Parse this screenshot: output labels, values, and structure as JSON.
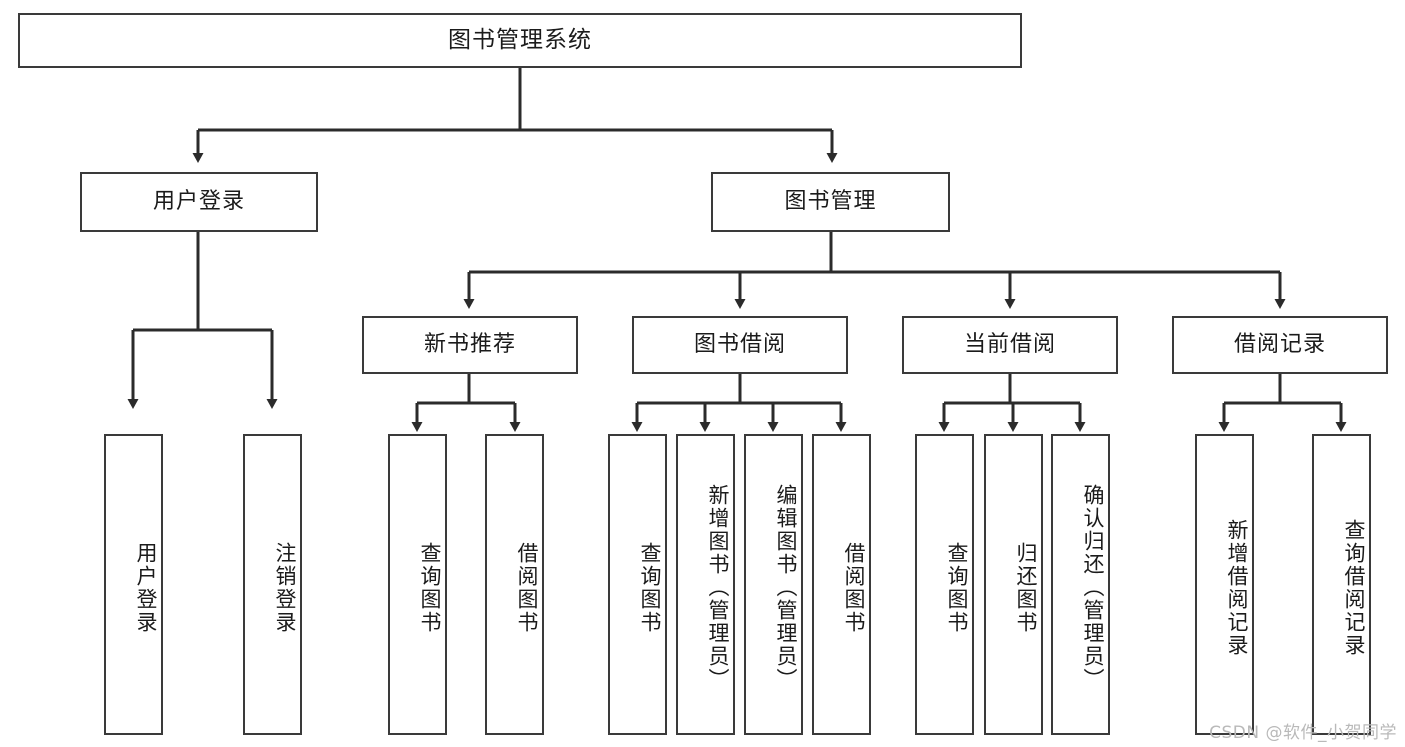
{
  "diagram": {
    "title": "图书管理系统",
    "type": "tree",
    "watermark": "CSDN @软件_小贺同学",
    "colors": {
      "box_border": "#3a3a3a",
      "box_fill": "#ffffff",
      "edge": "#2b2b2b",
      "text": "#1b1b1b",
      "watermark": "#b9b9b9",
      "background": "#ffffff"
    },
    "nodes": {
      "root": {
        "label": "图书管理系统"
      },
      "level2": [
        {
          "id": "user-login",
          "label": "用户登录"
        },
        {
          "id": "book-management",
          "label": "图书管理"
        }
      ],
      "level3": [
        {
          "id": "new-book-recommend",
          "label": "新书推荐"
        },
        {
          "id": "book-borrow",
          "label": "图书借阅"
        },
        {
          "id": "current-borrow",
          "label": "当前借阅"
        },
        {
          "id": "borrow-record",
          "label": "借阅记录"
        }
      ],
      "leaves": {
        "user_login": [
          {
            "id": "leaf-user-login",
            "label": "用户登录"
          },
          {
            "id": "leaf-logout-login",
            "label": "注销登录"
          }
        ],
        "new_book_recommend": [
          {
            "id": "leaf-query-book-1",
            "label": "查询图书"
          },
          {
            "id": "leaf-borrow-book-1",
            "label": "借阅图书"
          }
        ],
        "book_borrow": [
          {
            "id": "leaf-query-book-2",
            "label": "查询图书"
          },
          {
            "id": "leaf-add-book",
            "label": "新增图书（管理员）"
          },
          {
            "id": "leaf-edit-book",
            "label": "编辑图书（管理员）"
          },
          {
            "id": "leaf-borrow-book-2",
            "label": "借阅图书"
          }
        ],
        "current_borrow": [
          {
            "id": "leaf-query-book-3",
            "label": "查询图书"
          },
          {
            "id": "leaf-return-book",
            "label": "归还图书"
          },
          {
            "id": "leaf-confirm-return",
            "label": "确认归还（管理员）"
          }
        ],
        "borrow_record": [
          {
            "id": "leaf-add-record",
            "label": "新增借阅记录"
          },
          {
            "id": "leaf-query-record",
            "label": "查询借阅记录"
          }
        ]
      }
    }
  }
}
